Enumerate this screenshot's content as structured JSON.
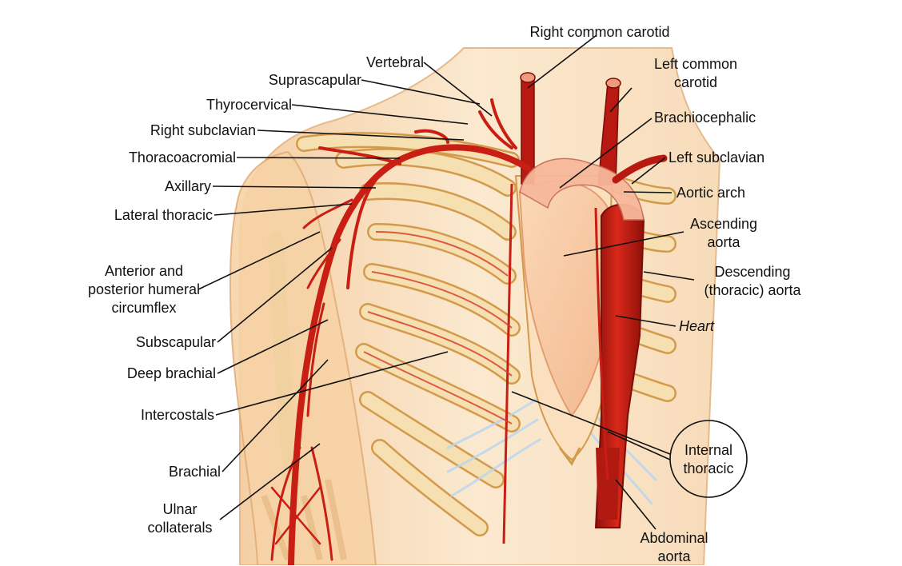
{
  "labels": {
    "right_common_carotid": "Right common carotid",
    "vertebral": "Vertebral",
    "suprascapular": "Suprascapular",
    "thyrocervical": "Thyrocervical",
    "right_subclavian": "Right subclavian",
    "thoracoacromial": "Thoracoacromial",
    "axillary": "Axillary",
    "lateral_thoracic": "Lateral thoracic",
    "humeral_circumflex": [
      "Anterior and",
      "posterior humeral",
      "circumflex"
    ],
    "subscapular": "Subscapular",
    "deep_brachial": "Deep brachial",
    "intercostals": "Intercostals",
    "brachial": "Brachial",
    "ulnar_collaterals": [
      "Ulnar",
      "collaterals"
    ],
    "left_common_carotid": [
      "Left common",
      "carotid"
    ],
    "brachiocephalic": "Brachiocephalic",
    "left_subclavian": "Left subclavian",
    "aortic_arch": "Aortic arch",
    "ascending_aorta": [
      "Ascending",
      "aorta"
    ],
    "descending_aorta": [
      "Descending",
      "(thoracic) aorta"
    ],
    "heart": "Heart",
    "internal_thoracic": [
      "Internal",
      "thoracic"
    ],
    "abdominal_aorta": [
      "Abdominal",
      "aorta"
    ]
  },
  "colors": {
    "artery": "#c81e14",
    "artery_dark": "#8e1008",
    "bone": "#f6dfb0",
    "bone_edge": "#d49a4c",
    "skin": "#fbe3c4",
    "skin_edge": "#e2ae78",
    "heart": "#f8c8a0",
    "cartilage": "#dfeefa",
    "leader": "#111111"
  }
}
